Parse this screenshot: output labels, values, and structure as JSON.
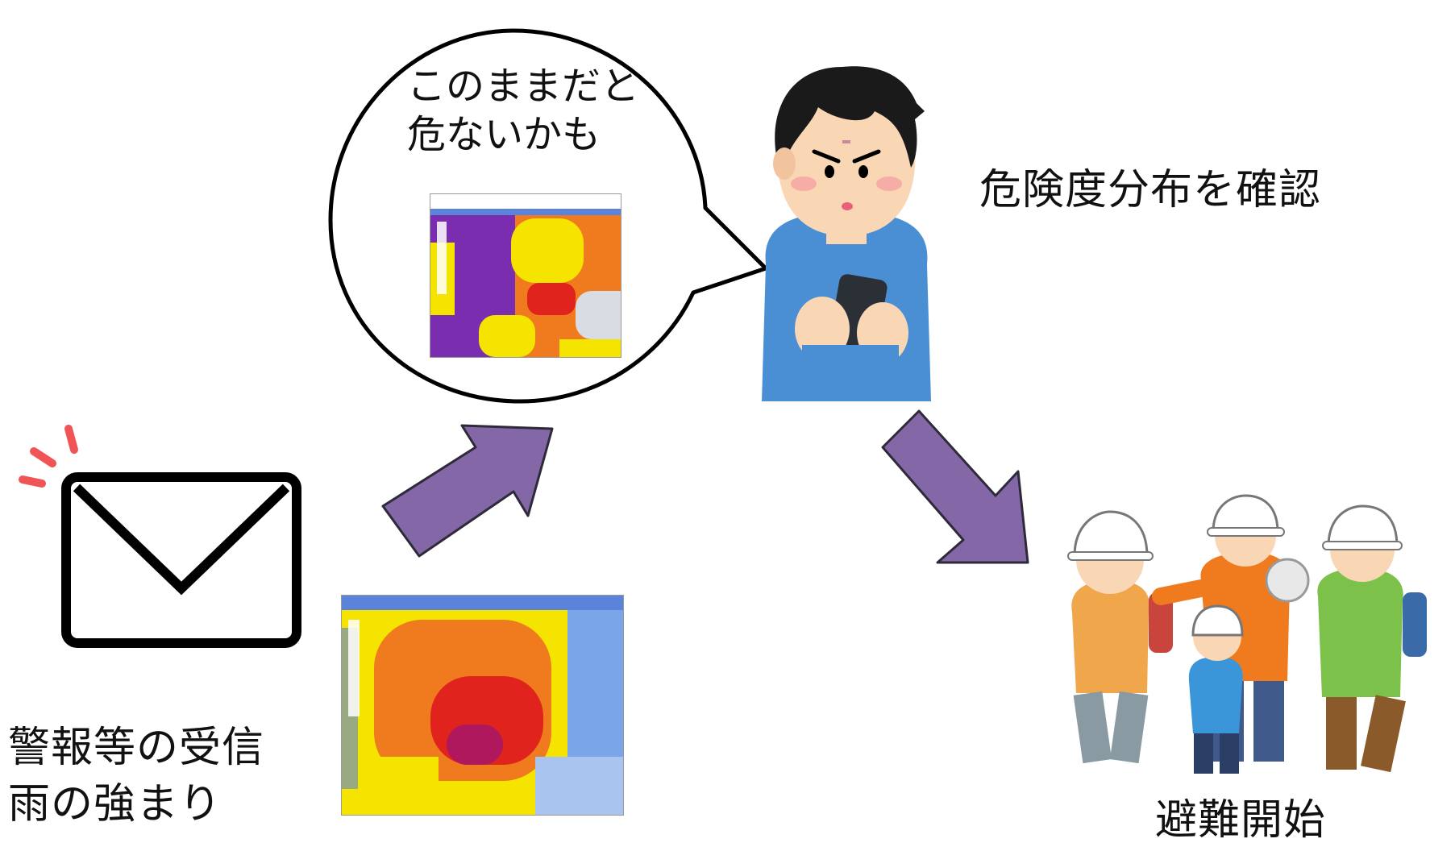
{
  "bubble": {
    "line1": "このままだと",
    "line2": "危ないかも"
  },
  "person_label": "危険度分布を確認",
  "mail_label": {
    "line1": "警報等の受信",
    "line2": "雨の強まり"
  },
  "evac_label": "避難開始",
  "colors": {
    "arrow": "#8467a6",
    "map_purple": "#7b2db0",
    "map_yellow": "#f4e400",
    "map_orange": "#f07a1e",
    "map_red": "#e0231c",
    "map_blue": "#5b83d9",
    "alert_red": "#f05454"
  },
  "icons": {
    "mail": "envelope-icon",
    "alert": "alert-burst-icon",
    "person": "person-with-smartphone-icon",
    "evacuees": "evacuating-family-icon"
  }
}
